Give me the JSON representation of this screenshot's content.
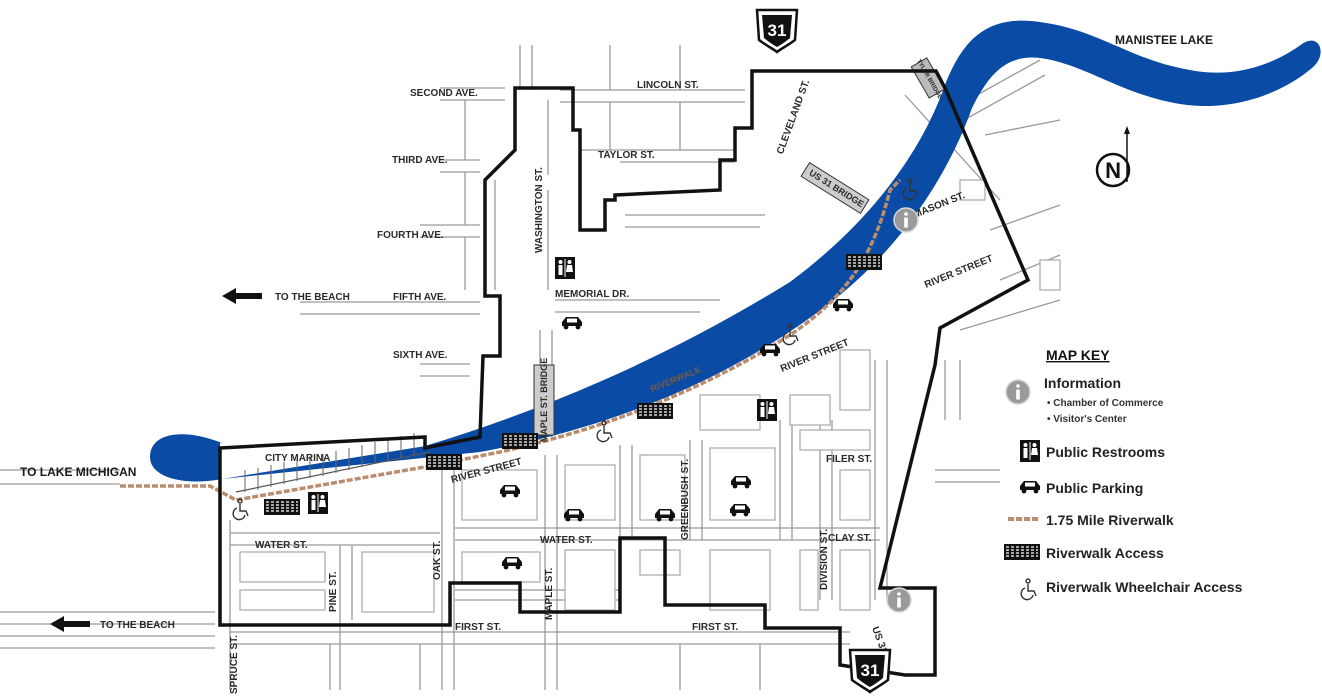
{
  "destinations": {
    "lake_michigan": "TO LAKE MICHIGAN",
    "beach_1": "TO THE BEACH",
    "beach_2": "TO THE BEACH",
    "manistee_lake": "MANISTEE LAKE"
  },
  "highway_shield": "31",
  "streets": {
    "second_ave": "SECOND AVE.",
    "third_ave": "THIRD AVE.",
    "fourth_ave": "FOURTH AVE.",
    "fifth_ave": "FIFTH AVE.",
    "sixth_ave": "SIXTH AVE.",
    "lincoln": "LINCOLN ST.",
    "taylor": "TAYLOR ST.",
    "washington": "WASHINGTON ST.",
    "cleveland": "CLEVELAND ST.",
    "memorial": "MEMORIAL DR.",
    "mason": "MASON ST.",
    "river_1": "RIVER STREET",
    "river_2": "RIVER STREET",
    "river_3": "RIVER STREET",
    "filer": "FILER ST.",
    "clay": "CLAY ST.",
    "water_1": "WATER ST.",
    "water_2": "WATER ST.",
    "greenbush": "GREENBUSH ST.",
    "division": "DIVISION ST.",
    "oak": "OAK ST.",
    "pine": "PINE ST.",
    "maple": "MAPLE ST.",
    "first_1": "FIRST ST.",
    "first_2": "FIRST ST.",
    "spruce": "SPRUCE ST.",
    "us31": "US 31"
  },
  "places": {
    "city_marina": "CITY MARINA",
    "riverwalk": "RIVERWALK"
  },
  "bridges": {
    "maple": "MAPLE ST. BRIDGE",
    "us31": "US 31 BRIDGE",
    "tyler": "TYLER BRIDGE"
  },
  "compass": "N",
  "map_key": {
    "title": "MAP KEY",
    "information": "Information",
    "info_sub_1": "• Chamber of Commerce",
    "info_sub_2": "• Visitor's Center",
    "restrooms": "Public Restrooms",
    "parking": "Public Parking",
    "riverwalk": "1.75 Mile Riverwalk",
    "access": "Riverwalk Access",
    "wheelchair": "Riverwalk Wheelchair Access"
  },
  "colors": {
    "river": "#0a4ba6",
    "route": "#111111",
    "riverwalk": "#b98d6e",
    "info": "#9a9a9a",
    "streets": "#9a9a9a"
  },
  "icons": [
    "info-icon",
    "restroom-icon",
    "car-icon",
    "riverwalk-access-icon",
    "wheelchair-icon",
    "north-arrow-icon",
    "us31-shield-icon",
    "arrow-left-icon"
  ]
}
